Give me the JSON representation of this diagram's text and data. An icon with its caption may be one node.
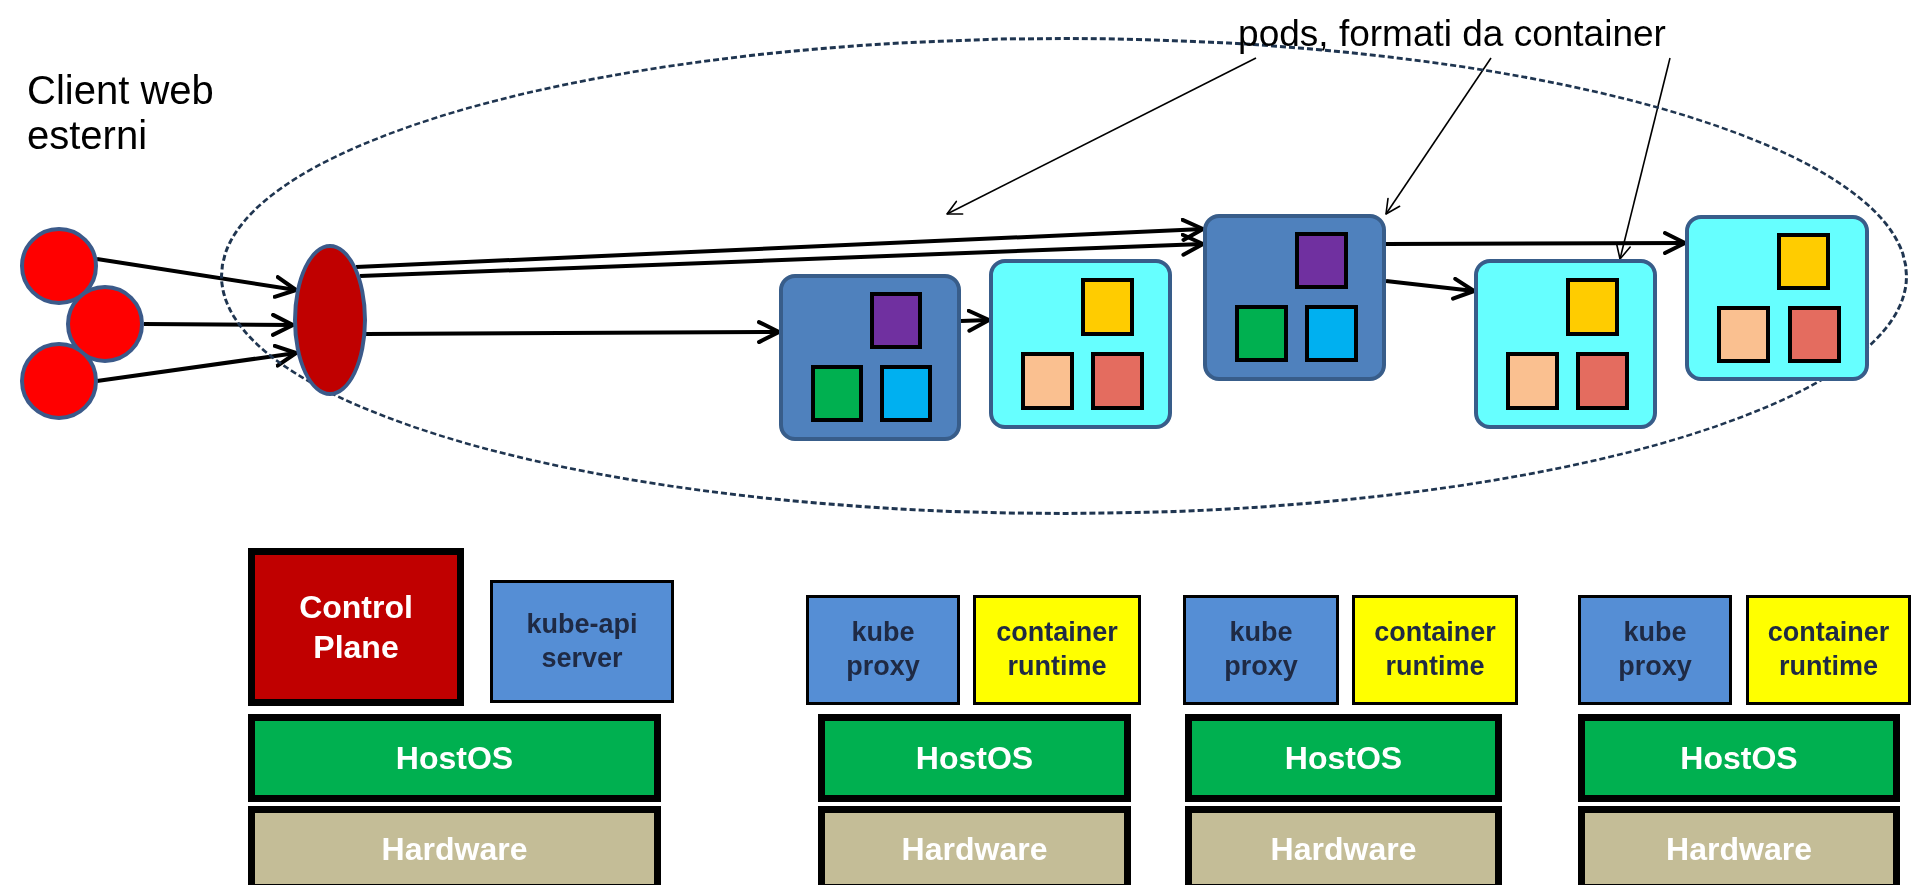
{
  "diagram": {
    "nodes": [
      {
        "text": [],
        "shape": "ellipse"
      },
      {
        "text": [],
        "shape": "circle"
      },
      {
        "text": [],
        "shape": "circle"
      },
      {
        "text": [],
        "shape": "circle"
      },
      {
        "text": [],
        "shape": "ellipse",
        "in": 0
      },
      {
        "text": [
          "pods, formati da container"
        ]
      },
      {
        "text": [],
        "shape": "box",
        "in": 0
      },
      {
        "text": [],
        "shape": "box",
        "in": 0
      },
      {
        "text": [],
        "shape": "box",
        "in": 0
      },
      {
        "text": [],
        "shape": "box",
        "in": 0
      },
      {
        "text": [],
        "shape": "box",
        "in": 0
      },
      {
        "text": [
          "Control Plane"
        ]
      },
      {
        "text": [
          "kube-api server"
        ]
      },
      {
        "text": [
          "HostOS"
        ]
      },
      {
        "text": [
          "Hardware"
        ]
      },
      {
        "text": [
          "kube proxy"
        ]
      },
      {
        "text": [
          "container runtime"
        ]
      },
      {
        "text": [
          "HostOS"
        ]
      },
      {
        "text": [
          "Hardware"
        ]
      },
      {
        "text": [
          "kube proxy"
        ]
      },
      {
        "text": [
          "container runtime"
        ]
      },
      {
        "text": [
          "HostOS"
        ]
      },
      {
        "text": [
          "Hardware"
        ]
      },
      {
        "text": [
          "kube proxy"
        ]
      },
      {
        "text": [
          "container runtime"
        ]
      },
      {
        "text": [
          "HostOS"
        ]
      },
      {
        "text": [
          "Hardware"
        ]
      }
    ],
    "edges": [
      {
        "from": 1,
        "to": 4,
        "arrow": "to"
      },
      {
        "from": 2,
        "to": 4,
        "arrow": "to"
      },
      {
        "from": 3,
        "to": 4,
        "arrow": "to"
      },
      {
        "from": 4,
        "to": 8,
        "arrow": "to"
      },
      {
        "from": 4,
        "to": 8,
        "arrow": "to"
      },
      {
        "from": 4,
        "to": 6,
        "arrow": "to"
      },
      {
        "from": 6,
        "to": 7,
        "arrow": "to"
      },
      {
        "from": 8,
        "to": 10,
        "arrow": "to"
      },
      {
        "from": 8,
        "to": 9,
        "arrow": "to"
      },
      {
        "from": 5,
        "to": null,
        "arrow": "to"
      },
      {
        "from": 5,
        "to": 8,
        "arrow": "to"
      },
      {
        "from": 5,
        "to": 9,
        "arrow": "to"
      }
    ],
    "labels": [
      "Client web esterni"
    ]
  }
}
